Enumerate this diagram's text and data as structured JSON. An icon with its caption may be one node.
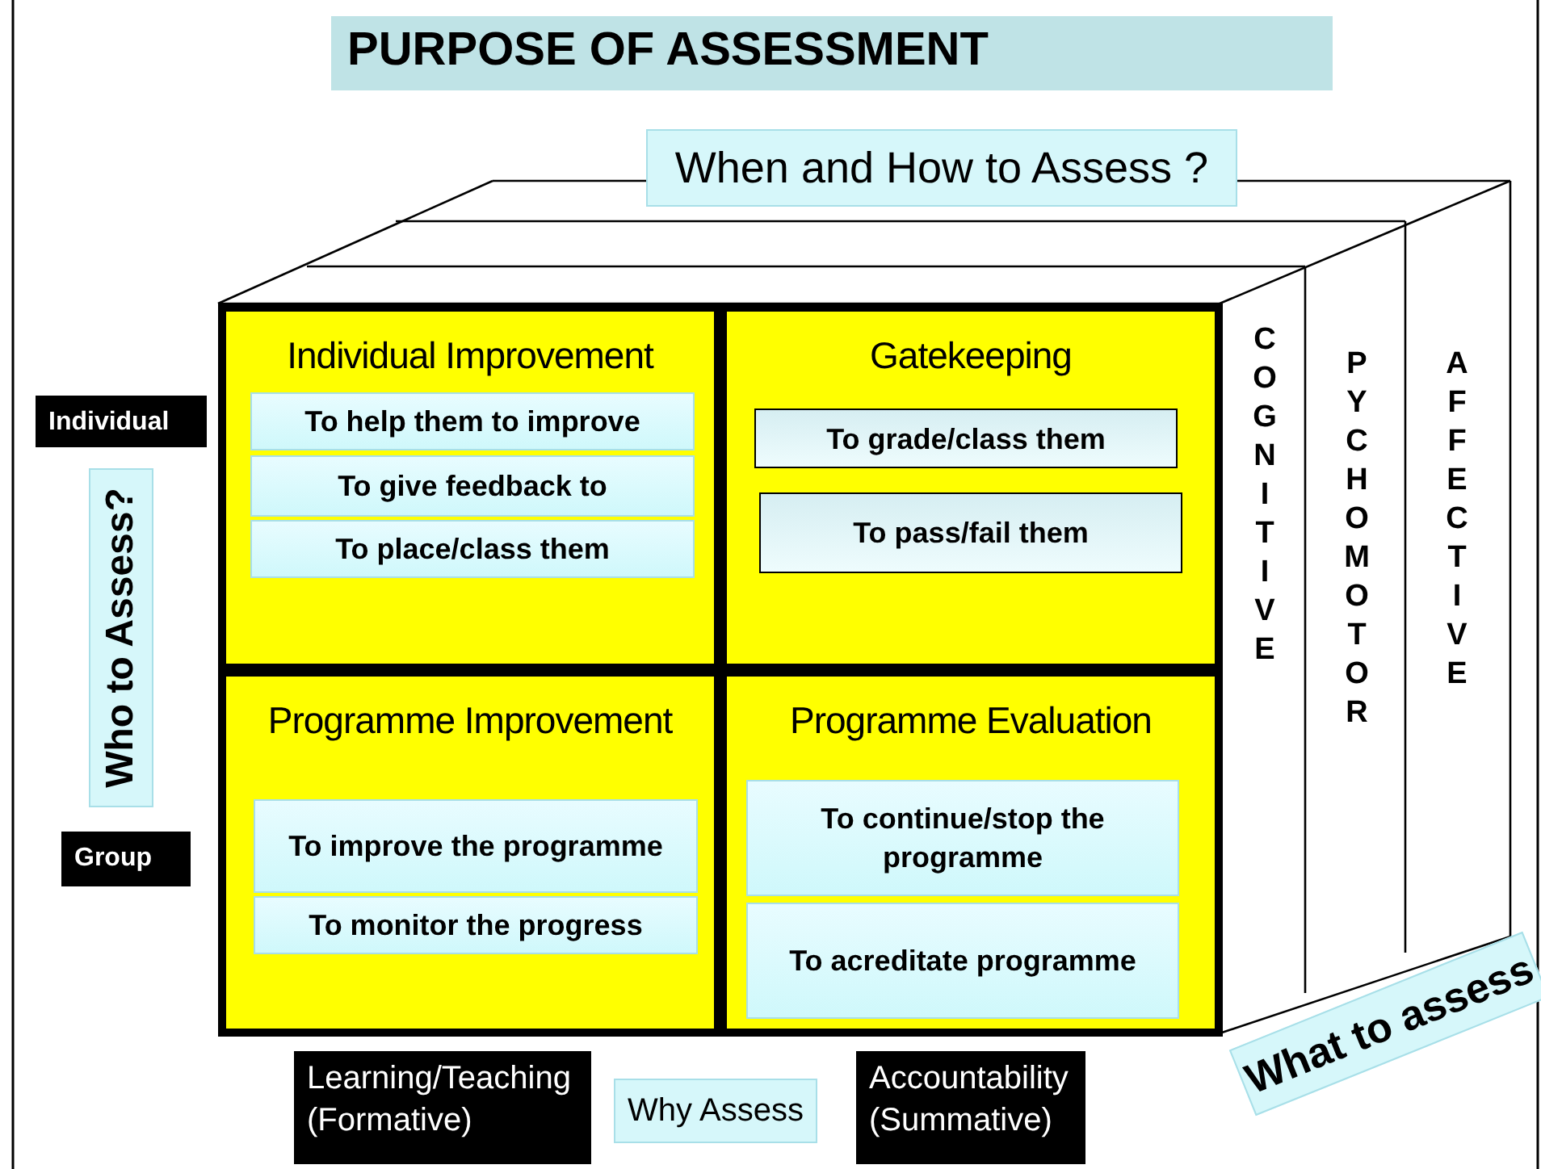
{
  "diagram": {
    "title": "PURPOSE OF ASSESSMENT",
    "nodes": [
      {
        "text": [
          "Individual Improvement"
        ]
      },
      {
        "text": [
          "To help them to improve"
        ],
        "in": 0
      },
      {
        "text": [
          "To give feedback to"
        ],
        "in": 0
      },
      {
        "text": [
          "To place/class them"
        ],
        "in": 0
      },
      {
        "text": [
          "Gatekeeping"
        ]
      },
      {
        "text": [
          "To grade/class them"
        ],
        "in": 4
      },
      {
        "text": [
          "To pass/fail them"
        ],
        "in": 4
      },
      {
        "text": [
          "Programme Improvement"
        ]
      },
      {
        "text": [
          "To improve the programme"
        ],
        "in": 7
      },
      {
        "text": [
          "To monitor the progress"
        ],
        "in": 7
      },
      {
        "text": [
          "Programme Evaluation"
        ]
      },
      {
        "text": [
          "To continue/stop the programme"
        ],
        "in": 10
      },
      {
        "text": [
          "To acreditate programme"
        ],
        "in": 10
      },
      {
        "text": [
          "COGNITIVE"
        ]
      },
      {
        "text": [
          "PYCHOMOTOR"
        ]
      },
      {
        "text": [
          "AFFECTIVE"
        ]
      }
    ],
    "edges": [],
    "labels": [
      "When and How to Assess ?",
      "Individual",
      "Who to Assess?",
      "Group",
      "Learning/Teaching (Formative)",
      "Why Assess",
      "Accountability (Summative)",
      "What to assess"
    ]
  }
}
